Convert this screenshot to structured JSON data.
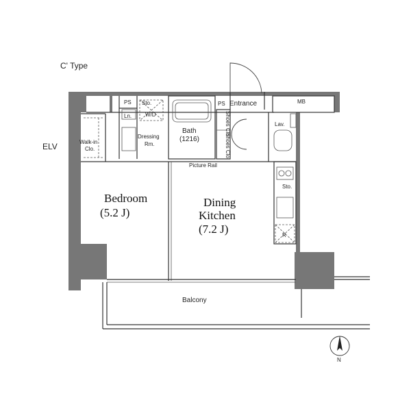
{
  "plan_type": "C' Type",
  "rooms": {
    "elv": "ELV",
    "walk_in_line1": "Walk-in",
    "walk_in_line2": "Clo.",
    "ps_top": "PS",
    "sto_top": "Sto.",
    "ln": "Ln.",
    "wd": "W/D",
    "dressing_line1": "Dressing",
    "dressing_line2": "Rm.",
    "bath_line1": "Bath",
    "bath_line2": "(1216)",
    "ps_entrance": "PS",
    "entrance": "Entrance",
    "mb": "MB",
    "lav": "Lav.",
    "shoes_clo_1": "Shoes Clo.",
    "shoes_clo_2": "Shoes Clo.",
    "picture_rail": "Picture Rail",
    "sto_kitchen": "Sto.",
    "refrigerator": "R",
    "bedroom_line1": "Bedroom",
    "bedroom_line2": "(5.2 J)",
    "dining_line1": "Dining",
    "dining_line2": "Kitchen",
    "dining_line3": "(7.2 J)",
    "balcony": "Balcony"
  },
  "compass": {
    "label": "N"
  },
  "colors": {
    "wall": "#777777",
    "line": "#333333",
    "background": "#ffffff"
  }
}
